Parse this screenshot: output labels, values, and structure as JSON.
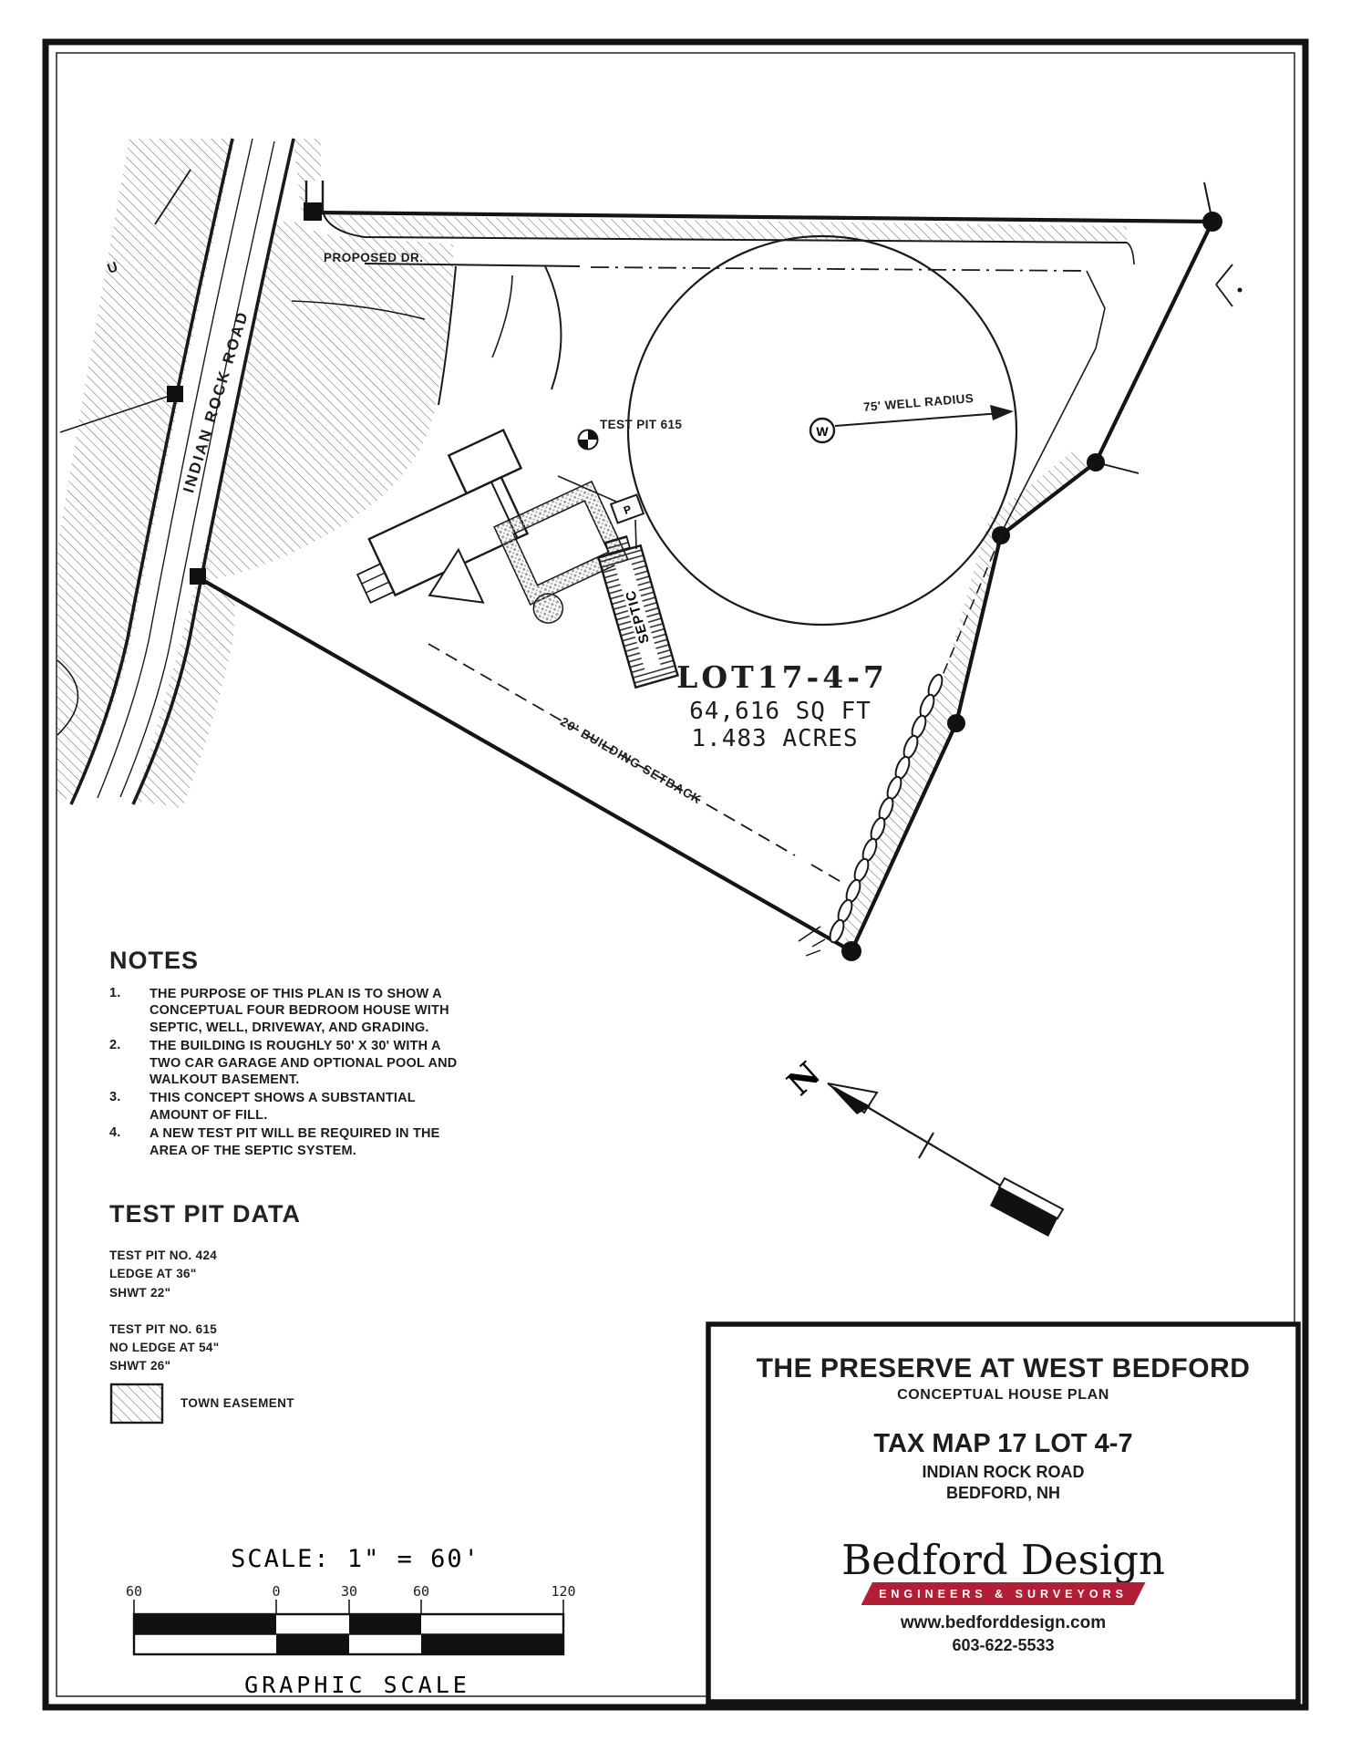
{
  "colors": {
    "accent_red": "#b01f35",
    "ink": "#1d1d1d"
  },
  "plan": {
    "road_label": "INDIAN ROCK ROAD",
    "road_label_fragment": "U",
    "proposed_drive_label": "PROPOSED DR.",
    "well": {
      "symbol": "W",
      "radius_label": "75' WELL RADIUS"
    },
    "test_pit_marker_label": "TEST PIT 615",
    "septic": {
      "label": "SEPTIC",
      "pump_label": "P"
    },
    "lot": {
      "name": "LOT17-4-7",
      "area_sqft": "64,616 SQ FT",
      "area_acres": "1.483 ACRES"
    },
    "setback_label": "20' BUILDING SETBACK",
    "north_letter": "N"
  },
  "notes": {
    "heading": "NOTES",
    "items": [
      {
        "num": "1.",
        "text": "THE PURPOSE OF THIS PLAN IS TO SHOW A CONCEPTUAL FOUR BEDROOM HOUSE WITH SEPTIC, WELL, DRIVEWAY, AND GRADING."
      },
      {
        "num": "2.",
        "text": "THE BUILDING IS ROUGHLY 50' X 30' WITH A TWO CAR GARAGE AND OPTIONAL POOL AND WALKOUT BASEMENT."
      },
      {
        "num": "3.",
        "text": "THIS CONCEPT SHOWS A SUBSTANTIAL AMOUNT OF FILL."
      },
      {
        "num": "4.",
        "text": "A NEW TEST PIT WILL BE REQUIRED IN THE AREA OF THE SEPTIC SYSTEM."
      }
    ]
  },
  "test_pit_data": {
    "heading": "TEST PIT DATA",
    "pits": [
      {
        "lines": [
          "TEST PIT NO. 424",
          "LEDGE AT 36\"",
          "SHWT 22\""
        ]
      },
      {
        "lines": [
          "TEST PIT NO. 615",
          "NO LEDGE AT 54\"",
          "SHWT 26\""
        ]
      }
    ]
  },
  "legend": {
    "easement_label": "TOWN EASEMENT"
  },
  "scale": {
    "label": "SCALE:  1\" =  60'",
    "ticks": [
      "60",
      "0",
      "30",
      "60",
      "120"
    ],
    "caption": "GRAPHIC SCALE"
  },
  "title_block": {
    "project": "THE PRESERVE AT WEST BEDFORD",
    "subtitle": "CONCEPTUAL HOUSE PLAN",
    "tax": "TAX MAP 17 LOT 4-7",
    "street": "INDIAN ROCK ROAD",
    "town": "BEDFORD, NH",
    "firm": {
      "name": "Bedford Design",
      "tagline": "E N G I N E E R S & S U R V E Y O R S",
      "tagline_display": "ENGINEERS & SURVEYORS",
      "website": "www.bedforddesign.com",
      "phone": "603-622-5533"
    }
  }
}
